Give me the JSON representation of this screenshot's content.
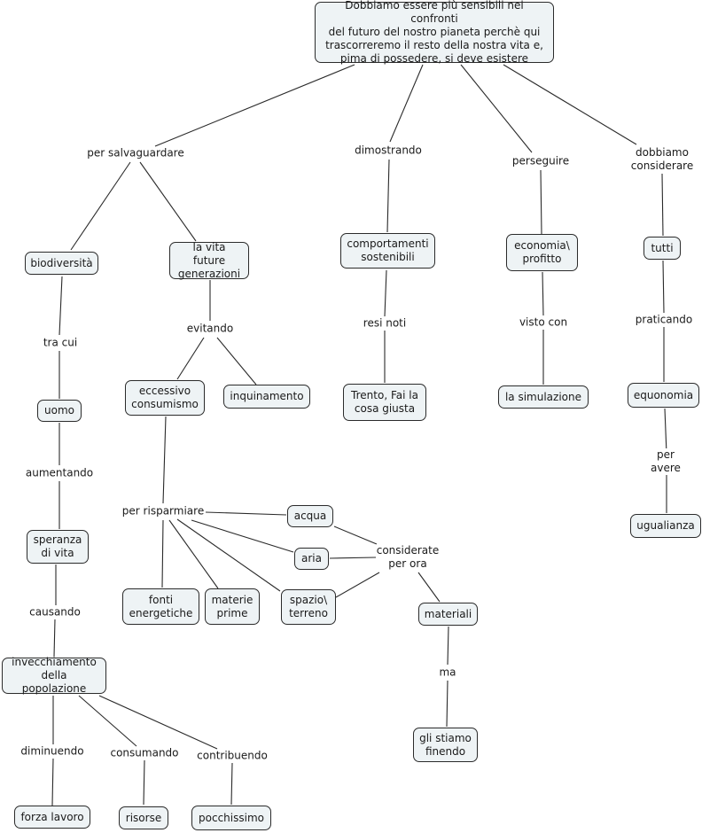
{
  "map": {
    "root": "Dobbiamo essere più sensibili nei confronti\ndel futuro del nostro pianeta perchè qui\ntrascorreremo il resto della nostra vita e,\npima di possedere, si deve esistere",
    "concepts": {
      "biodiversita": "biodiversità",
      "vita_future": "la vita future\ngenerazioni",
      "comportamenti": "comportamenti\nsostenibili",
      "economia": "economia\\\nprofitto",
      "tutti": "tutti",
      "uomo": "uomo",
      "eccessivo": "eccessivo\nconsumismo",
      "inquinamento": "inquinamento",
      "trento": "Trento, Fai la\ncosa giusta",
      "simulazione": "la simulazione",
      "equonomia": "equonomia",
      "ugualianza": "ugualianza",
      "speranza": "speranza\ndi vita",
      "acqua": "acqua",
      "aria": "aria",
      "fonti": "fonti\nenergetiche",
      "materie": "materie\nprime",
      "spazio": "spazio\\\nterreno",
      "materiali": "materiali",
      "invecchiamento": "invecchiamento\ndella popolazione",
      "stiamo": "gli stiamo\nfinendo",
      "forza": "forza lavoro",
      "risorse": "risorse",
      "pocchissimo": "pocchissimo"
    },
    "links": {
      "salvaguardare": "per salvaguardare",
      "dimostrando": "dimostrando",
      "perseguire": "perseguire",
      "considerare": "dobbiamo\nconsiderare",
      "tra_cui": "tra cui",
      "evitando": "evitando",
      "resi_noti": "resi noti",
      "visto_con": "visto con",
      "praticando": "praticando",
      "aumentando": "aumentando",
      "per_avere": "per avere",
      "risparmiare": "per risparmiare",
      "considerate": "considerate\nper ora",
      "causando": "causando",
      "ma": "ma",
      "diminuendo": "diminuendo",
      "consumando": "consumando",
      "contribuendo": "contribuendo"
    }
  },
  "colors": {
    "node_fill": "#eef3f5",
    "node_border": "#2b2b2b",
    "line": "#2a2a2a"
  }
}
